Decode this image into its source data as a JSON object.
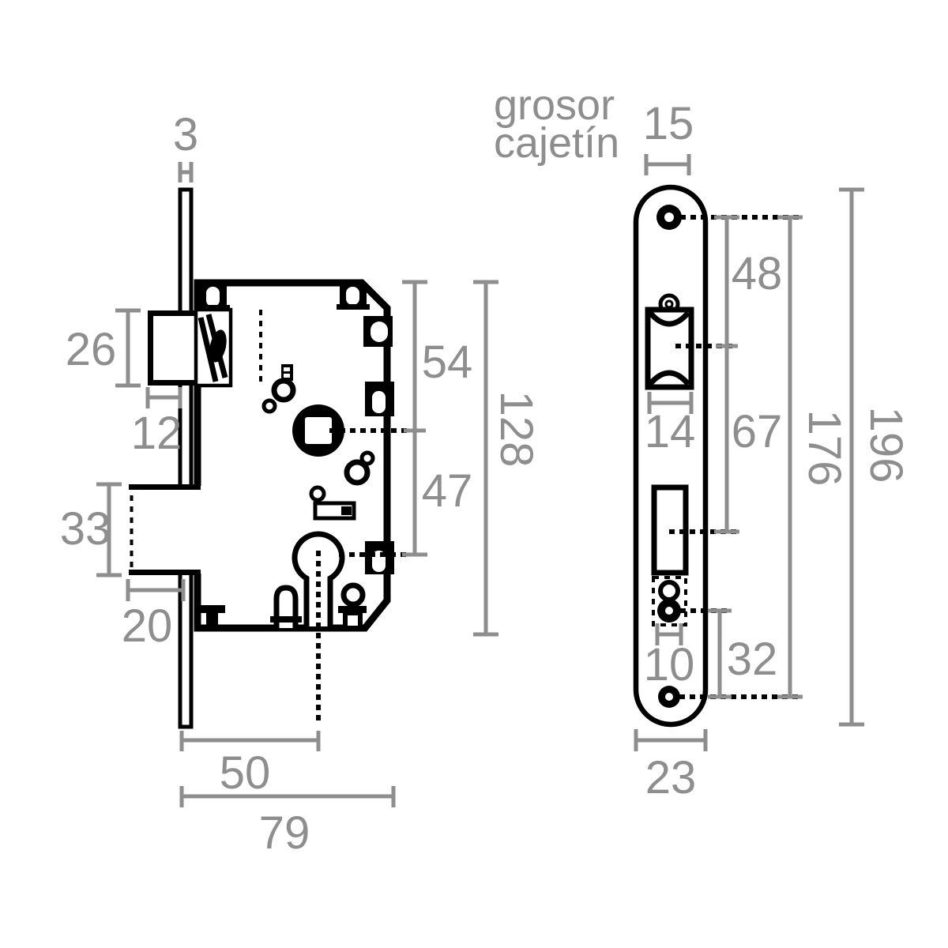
{
  "colors": {
    "ink": "#000000",
    "dimension_gray": "#8e8e8e",
    "background": "#ffffff"
  },
  "front_view": {
    "note_line1": "grosor",
    "note_line2": "cajetín",
    "dims": {
      "case_thickness": "15",
      "top_screw_to_latch": "48",
      "latch_cutout_width": "14",
      "latch_to_deadbolt": "67",
      "cylinder_cutout_width": "10",
      "cylinder_to_bottom_screw": "32",
      "screw_to_screw": "176",
      "faceplate_height": "196",
      "faceplate_width": "23"
    }
  },
  "side_view": {
    "dims": {
      "faceplate_thickness": "3",
      "latch_bolt_height": "26",
      "latch_bolt_protrusion": "12",
      "deadbolt_height": "33",
      "deadbolt_protrusion": "20",
      "body_top_to_spindle": "54",
      "spindle_to_cylinder": "47",
      "body_height": "128",
      "backset": "50",
      "body_depth": "79"
    }
  }
}
